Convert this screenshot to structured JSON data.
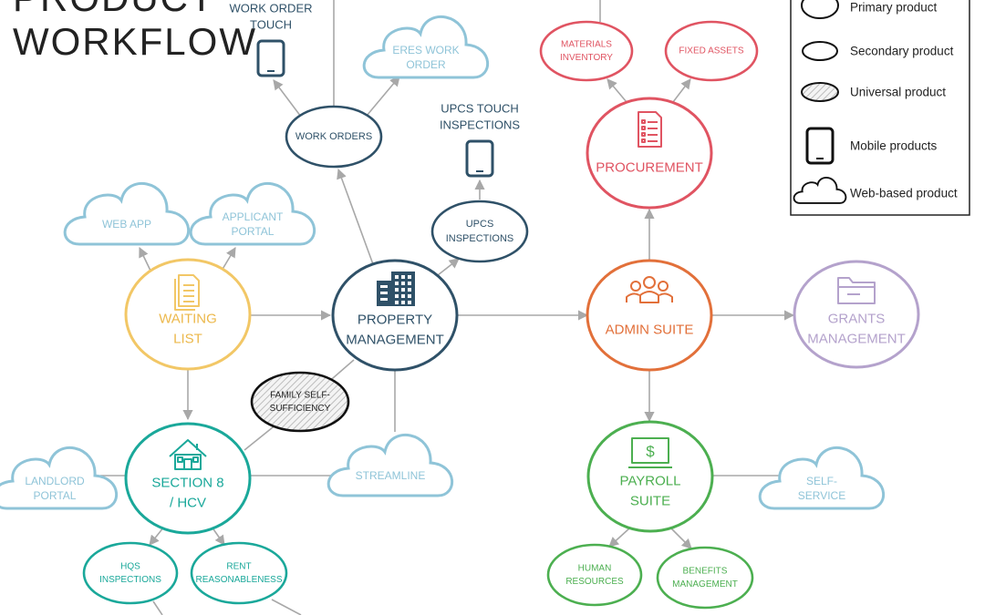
{
  "title": {
    "line1": "PRODUCT",
    "line2": "WORKFLOW"
  },
  "legend": {
    "primary": "Primary product",
    "secondary": "Secondary product",
    "universal": "Universal product",
    "mobile": "Mobile products",
    "web": "Web-based product"
  },
  "colors": {
    "navy": "#2f5168",
    "red": "#e05462",
    "yellow": "#f2c766",
    "yellowText": "#ecb84b",
    "teal": "#1aa89a",
    "orange": "#e2703a",
    "purple": "#b4a2cc",
    "green": "#4caf50",
    "sky": "#8fc4d8",
    "line": "#a8a8a8"
  },
  "nodes": {
    "property_management": [
      "PROPERTY",
      "MANAGEMENT"
    ],
    "work_orders": [
      "WORK ORDERS"
    ],
    "work_order_touch": [
      "WORK ORDER",
      "TOUCH"
    ],
    "eres_work_order": [
      "ERES WORK",
      "ORDER"
    ],
    "upcs_inspections": [
      "UPCS",
      "INSPECTIONS"
    ],
    "upcs_touch_inspections": [
      "UPCS TOUCH",
      "INSPECTIONS"
    ],
    "waiting_list": [
      "WAITING",
      "LIST"
    ],
    "web_app": [
      "WEB APP"
    ],
    "applicant_portal": [
      "APPLICANT",
      "PORTAL"
    ],
    "family_self_sufficiency": [
      "FAMILY SELF-",
      "SUFFICIENCY"
    ],
    "section8": [
      "SECTION 8",
      "/ HCV"
    ],
    "landlord_portal": [
      "LANDLORD",
      "PORTAL"
    ],
    "streamline": [
      "STREAMLINE"
    ],
    "hqs_inspections": [
      "HQS",
      "INSPECTIONS"
    ],
    "rent_reasonableness": [
      "RENT",
      "REASONABLENESS"
    ],
    "admin_suite": [
      "ADMIN SUITE"
    ],
    "procurement": [
      "PROCUREMENT"
    ],
    "materials_inventory": [
      "MATERIALS",
      "INVENTORY"
    ],
    "fixed_assets": [
      "FIXED ASSETS"
    ],
    "grants_management": [
      "GRANTS",
      "MANAGEMENT"
    ],
    "payroll_suite": [
      "PAYROLL",
      "SUITE"
    ],
    "self_service": [
      "SELF-",
      "SERVICE"
    ],
    "human_resources": [
      "HUMAN",
      "RESOURCES"
    ],
    "benefits_management": [
      "BENEFITS",
      "MANAGEMENT"
    ]
  }
}
